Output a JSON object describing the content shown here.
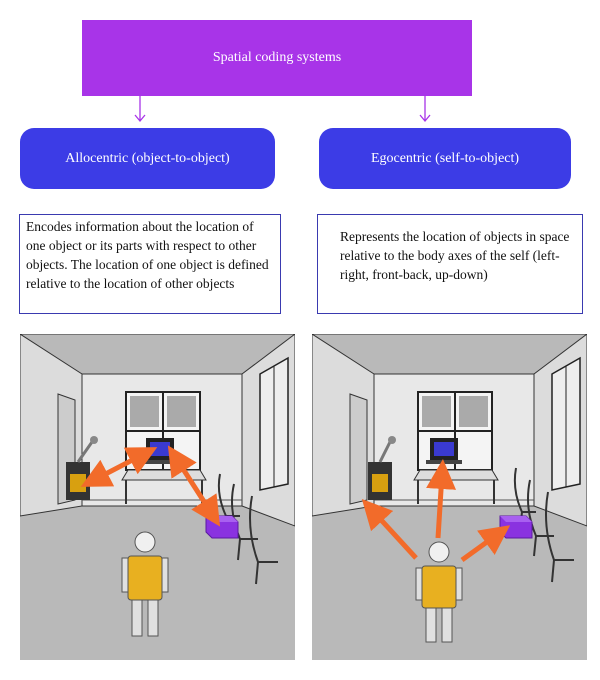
{
  "diagram": {
    "title": "Spatial coding systems",
    "left": {
      "label": "Allocentric (object-to-object)",
      "description": "Encodes information about the location of one object or its parts with respect to other objects. The location of one object is defined relative to the location of other objects"
    },
    "right": {
      "label": "Egocentric (self-to-object)",
      "description": "Represents the location of objects in space relative to the body axes of the self (left-right, front-back, up-down)"
    }
  },
  "colors": {
    "title_box": "#a834e8",
    "branch_box": "#3c3ce6",
    "connector": "#a834e8",
    "arrow": "#f26b2a",
    "floor": "#b8b8b8",
    "wall": "#e6e6e6",
    "box_object": "#8a32e0",
    "figure_body": "#e8b020"
  }
}
